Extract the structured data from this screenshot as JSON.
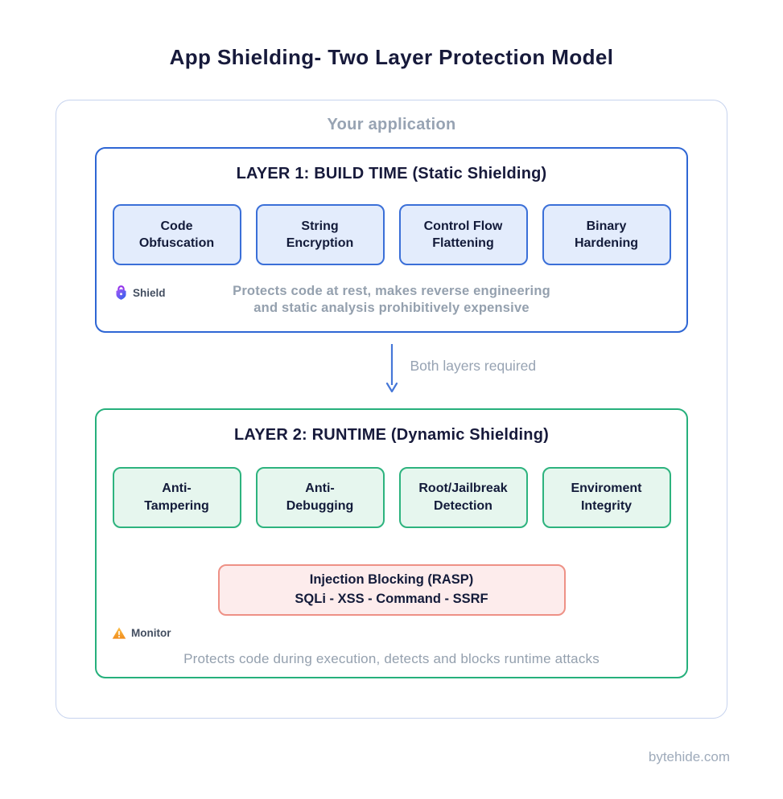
{
  "title": "App Shielding- Two Layer Protection Model",
  "app_frame": {
    "label": "Your application"
  },
  "layer1": {
    "heading": "LAYER 1: BUILD TIME (Static Shielding)",
    "boxes": [
      {
        "line1": "Code",
        "line2": "Obfuscation"
      },
      {
        "line1": "String",
        "line2": "Encryption"
      },
      {
        "line1": "Control Flow",
        "line2": "Flattening"
      },
      {
        "line1": "Binary",
        "line2": "Hardening"
      }
    ],
    "badge": {
      "icon": "shield-lock-icon",
      "label": "Shield"
    },
    "description": {
      "line1": "Protects code at rest, makes reverse engineering",
      "line2": "and static analysis prohibitively expensive"
    }
  },
  "connector": {
    "icon": "arrow-down-icon",
    "label": "Both layers required"
  },
  "layer2": {
    "heading": "LAYER 2: RUNTIME (Dynamic Shielding)",
    "boxes": [
      {
        "line1": "Anti-",
        "line2": "Tampering"
      },
      {
        "line1": "Anti-",
        "line2": "Debugging"
      },
      {
        "line1": "Root/Jailbreak",
        "line2": "Detection"
      },
      {
        "line1": "Enviroment",
        "line2": "Integrity"
      }
    ],
    "alert_box": {
      "line1": "Injection Blocking (RASP)",
      "line2": "SQLi - XSS - Command - SSRF"
    },
    "badge": {
      "icon": "warning-icon",
      "label": "Monitor"
    },
    "description": "Protects code during execution, detects and blocks runtime attacks"
  },
  "footer": {
    "site": "bytehide.com"
  },
  "colors": {
    "title_text": "#171a3b",
    "muted_text": "#94a0ae",
    "frame_border": "#c7d3ee",
    "layer1_border": "#2e66d4",
    "layer1_box_fill": "#e3ecfc",
    "layer1_box_border": "#3a6fd8",
    "layer2_border": "#26b07c",
    "layer2_box_fill": "#e6f6ee",
    "layer2_box_border": "#2db37e",
    "alert_fill": "#fdecec",
    "alert_border": "#ee9186",
    "arrow": "#4677d8",
    "warning_orange": "#f5a623",
    "shield_purple": "#9333ea",
    "shield_blue": "#2563eb"
  }
}
